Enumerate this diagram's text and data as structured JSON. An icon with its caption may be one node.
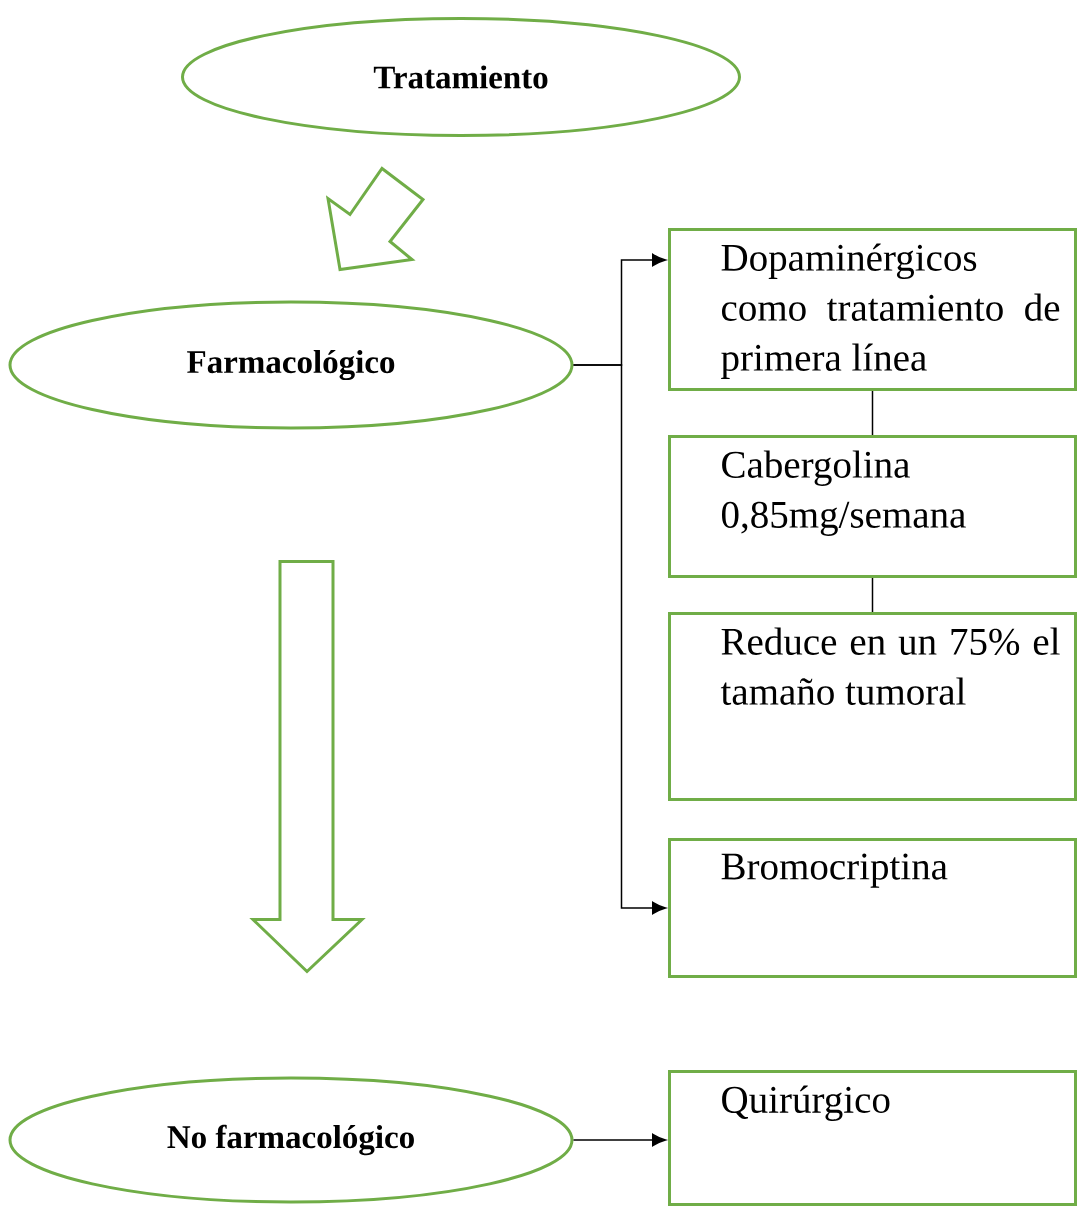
{
  "diagram": {
    "nodes": [
      {
        "text": [
          "Tratamiento"
        ]
      },
      {
        "text": [
          "Farmacológico"
        ]
      },
      {
        "text": [
          "Dopaminérgicos como tratamiento de primera línea"
        ]
      },
      {
        "text": [
          "Cabergolina 0,85mg/semana"
        ]
      },
      {
        "text": [
          "Reduce en un 75% el tamaño tumoral"
        ]
      },
      {
        "text": [
          "Bromocriptina"
        ]
      },
      {
        "text": [
          "No farmacológico"
        ]
      },
      {
        "text": [
          "Quirúrgico"
        ]
      }
    ],
    "edges": [
      {
        "from": 0,
        "to": 1,
        "arrow": "to",
        "color": "#70ad47"
      },
      {
        "from": 1,
        "to": 6,
        "arrow": "to",
        "color": "#70ad47"
      },
      {
        "from": 1,
        "to": 2,
        "arrow": "to"
      },
      {
        "from": 1,
        "to": 5,
        "arrow": "to"
      },
      {
        "from": 2,
        "to": 3,
        "arrow": "none"
      },
      {
        "from": 3,
        "to": 4,
        "arrow": "none"
      },
      {
        "from": 6,
        "to": 7,
        "arrow": "to"
      }
    ]
  }
}
